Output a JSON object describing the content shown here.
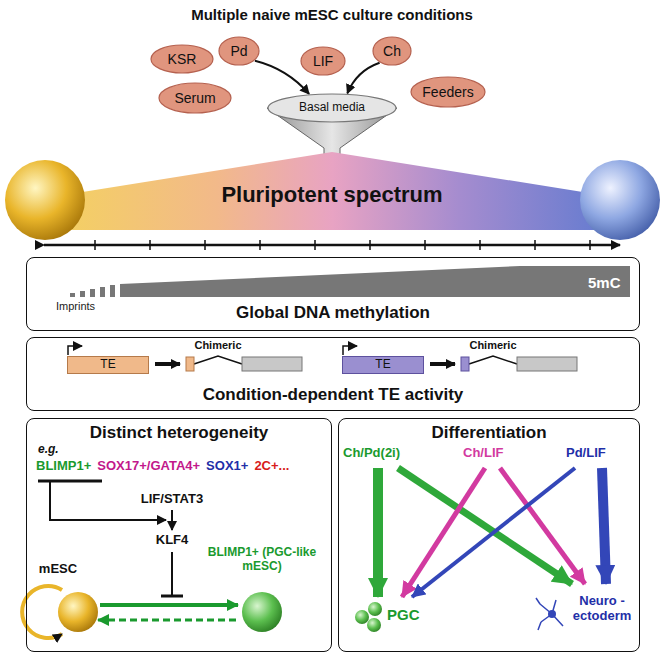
{
  "diagram": {
    "title": "Multiple naive mESC culture conditions",
    "nodes": [
      {
        "text": [
          "KSR"
        ]
      },
      {
        "text": [
          "Pd"
        ]
      },
      {
        "text": [
          "LIF"
        ]
      },
      {
        "text": [
          "Ch"
        ]
      },
      {
        "text": [
          "Serum"
        ]
      },
      {
        "text": [
          "Feeders"
        ]
      },
      {
        "text": [
          "Basal media"
        ]
      },
      {
        "text": [
          "Pluripotent spectrum"
        ]
      },
      {
        "text": [
          "Global DNA methylation"
        ]
      },
      {
        "text": [
          "Condition-dependent TE activity"
        ]
      },
      {
        "text": [
          "TE"
        ],
        "in": 9
      },
      {
        "text": [
          "TE"
        ],
        "in": 9
      },
      {
        "text": [
          "Distinct heterogeneity"
        ]
      },
      {
        "text": [
          "Differentiation"
        ]
      }
    ],
    "edges": [
      {
        "from": 1,
        "to": 6,
        "arrow": "to"
      },
      {
        "from": 3,
        "to": 6,
        "arrow": "to"
      }
    ],
    "labels": [
      "Imprints",
      "5mC",
      "Chimeric",
      "Chimeric",
      "e.g.",
      "BLIMP1+",
      "SOX17+/GATA4+",
      "SOX1+",
      "2C+...",
      "LIF/STAT3",
      "KLF4",
      "BLIMP1+ (PGC-like mESC)",
      "mESC",
      "Ch/Pd(2i)",
      "Ch/LIF",
      "Pd/LIF",
      "PGC",
      "Neuro -ectoderm"
    ]
  }
}
